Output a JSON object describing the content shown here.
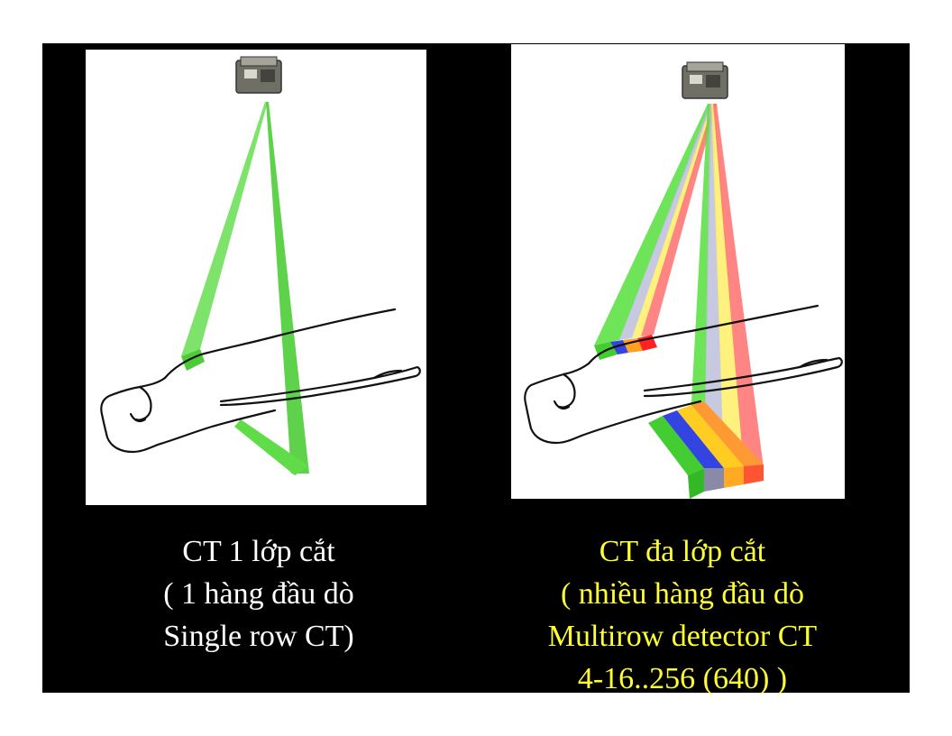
{
  "left": {
    "caption_lines": [
      "CT 1 lớp cắt",
      "( 1 hàng đầu dò",
      "Single row CT)"
    ]
  },
  "right": {
    "caption_lines": [
      "CT đa lớp cắt",
      "( nhiều hàng đầu dò",
      "Multirow detector CT",
      "4-16..256 (640) )"
    ]
  },
  "colors": {
    "background": "#000000",
    "left_caption": "#ffffff",
    "right_caption": "#ffff33",
    "beam_green": "#55e03c",
    "beam_blue": "#3344e0",
    "beam_yellow": "#ffee44",
    "beam_orange": "#ffa020",
    "beam_red": "#ff4444",
    "beam_gray": "#b8bcc8"
  }
}
